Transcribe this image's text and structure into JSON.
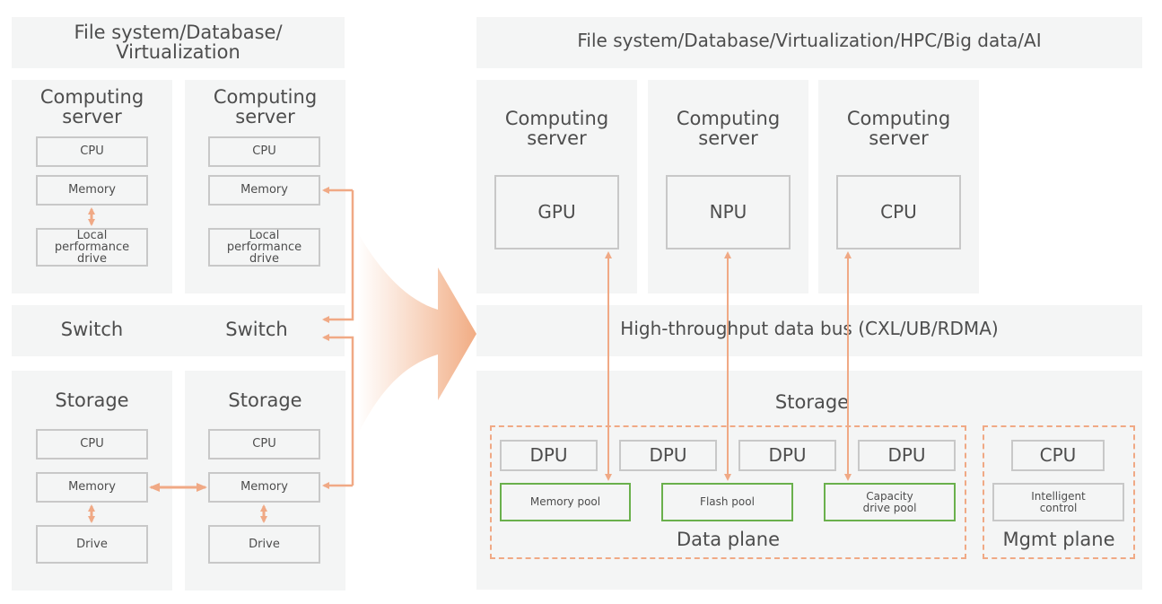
{
  "colors": {
    "panel_bg": "#f4f5f5",
    "box_border": "#c8c8c8",
    "accent_arrow": "#f0a985",
    "pool_border": "#6ab04c",
    "text": "#4d4d4d"
  },
  "left": {
    "header": "File system/Database/ Virtualization",
    "header_line1": "File system/Database/",
    "header_line2": "Virtualization",
    "computing_servers": [
      {
        "title_line1": "Computing",
        "title_line2": "server",
        "cpu": "CPU",
        "memory": "Memory",
        "drive_line1": "Local",
        "drive_line2": "performance",
        "drive_line3": "drive"
      },
      {
        "title_line1": "Computing",
        "title_line2": "server",
        "cpu": "CPU",
        "memory": "Memory",
        "drive_line1": "Local",
        "drive_line2": "performance",
        "drive_line3": "drive"
      }
    ],
    "switches": [
      "Switch",
      "Switch"
    ],
    "storages": [
      {
        "title": "Storage",
        "cpu": "CPU",
        "memory": "Memory",
        "drive": "Drive"
      },
      {
        "title": "Storage",
        "cpu": "CPU",
        "memory": "Memory",
        "drive": "Drive"
      }
    ]
  },
  "right": {
    "header": "File system/Database/Virtualization/HPC/Big data/AI",
    "computing_servers": [
      {
        "title_line1": "Computing",
        "title_line2": "server",
        "unit": "GPU"
      },
      {
        "title_line1": "Computing",
        "title_line2": "server",
        "unit": "NPU"
      },
      {
        "title_line1": "Computing",
        "title_line2": "server",
        "unit": "CPU"
      }
    ],
    "bus": "High-throughput data bus (CXL/UB/RDMA)",
    "storage": {
      "title": "Storage",
      "data_plane": {
        "label": "Data plane",
        "dpus": [
          "DPU",
          "DPU",
          "DPU",
          "DPU"
        ],
        "pools": [
          {
            "line1": "Memory pool",
            "line2": ""
          },
          {
            "line1": "Flash pool",
            "line2": ""
          },
          {
            "line1": "Capacity",
            "line2": "drive pool"
          }
        ]
      },
      "mgmt_plane": {
        "label": "Mgmt plane",
        "cpu": "CPU",
        "control_line1": "Intelligent",
        "control_line2": "control"
      }
    }
  }
}
